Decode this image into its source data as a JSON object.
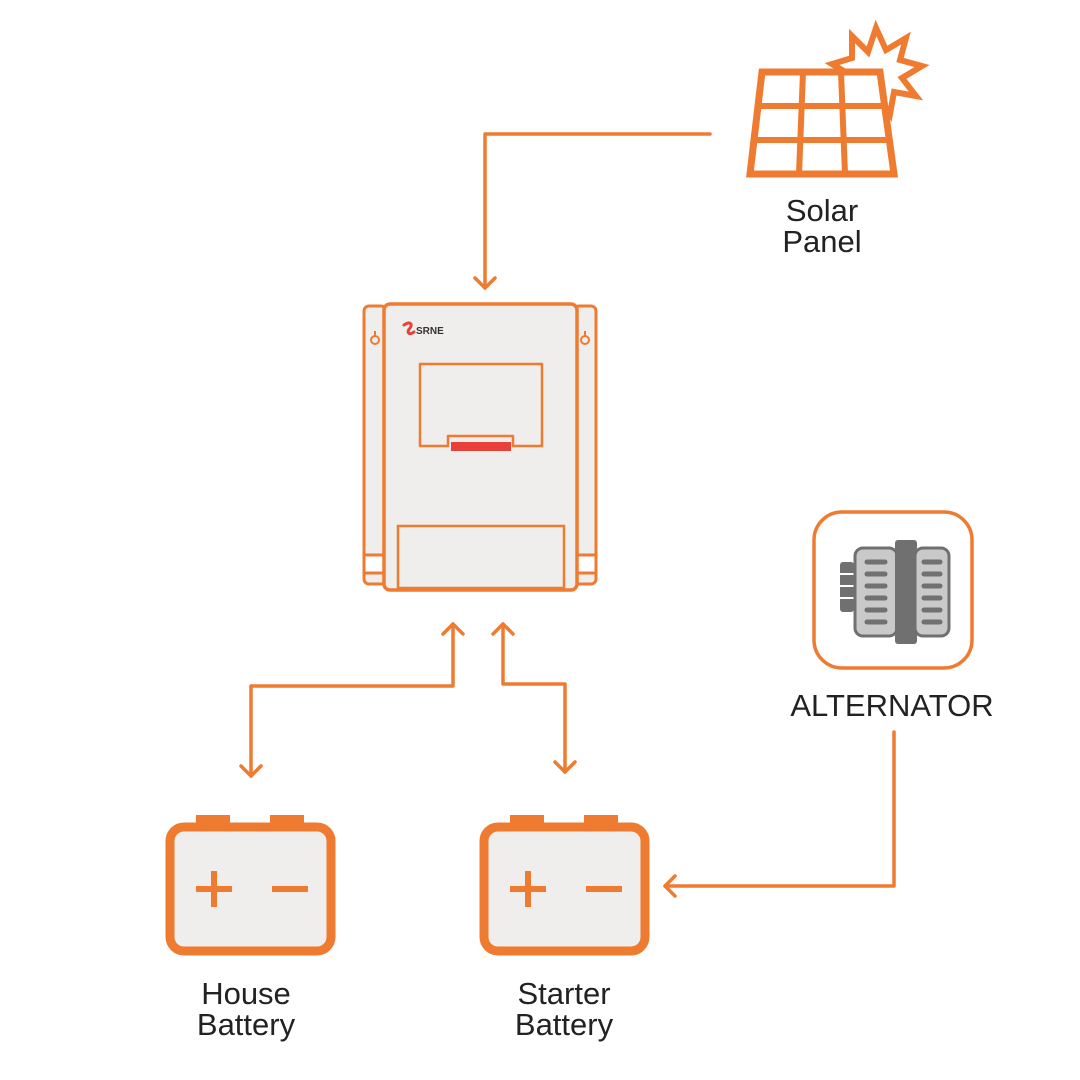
{
  "labels": {
    "solar_panel_line1": "Solar",
    "solar_panel_line2": "Panel",
    "alternator": "ALTERNATOR",
    "house_battery_line1": "House",
    "house_battery_line2": "Battery",
    "starter_battery_line1": "Starter",
    "starter_battery_line2": "Battery",
    "controller_brand": "SRNE"
  },
  "icons": {
    "solar": "solar-panel-icon",
    "sun": "sun-icon",
    "controller": "charge-controller-icon",
    "alternator": "alternator-icon",
    "battery": "battery-icon"
  },
  "colors": {
    "accent": "#ee7b30",
    "device_body": "#efeeec",
    "indicator": "#e8403a",
    "alternator_gray": "#707070",
    "text": "#222222"
  }
}
